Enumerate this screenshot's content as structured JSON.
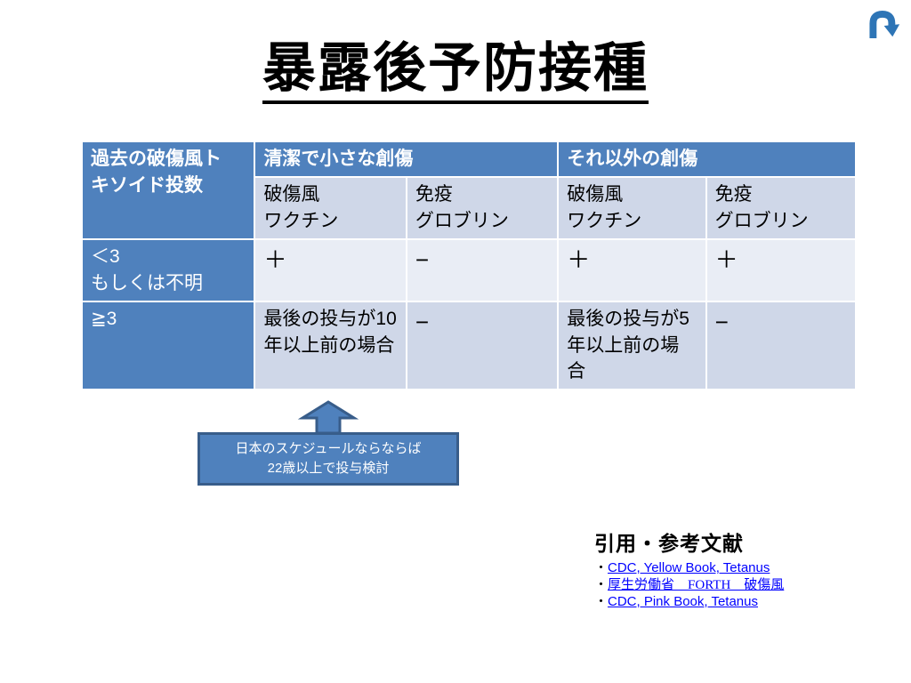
{
  "slide": {
    "title": "暴露後予防接種"
  },
  "table": {
    "corner_header": "過去の破傷風ト\nキソイド投数",
    "group_headers": [
      "清潔で小さな創傷",
      "それ以外の創傷"
    ],
    "sub_headers": [
      "破傷風\nワクチン",
      "免疫\nグロブリン",
      "破傷風\nワクチン",
      "免疫\nグロブリン"
    ],
    "rows": [
      {
        "label": "＜3\nもしくは不明",
        "cells": [
          "＋",
          "−",
          "＋",
          "＋"
        ]
      },
      {
        "label": "≧3",
        "cells": [
          "最後の投与が10年以上前の場合",
          "−",
          "最後の投与が5年以上前の場合",
          "−"
        ]
      }
    ]
  },
  "callout": {
    "line1": "日本のスケジュールならならば",
    "line2": "22歳以上で投与検討"
  },
  "references": {
    "heading": "引用・参考文献",
    "items": [
      {
        "bullet": "・",
        "label": "CDC, Yellow Book, Tetanus"
      },
      {
        "bullet": "・",
        "label": "厚生労働省　FORTH　破傷風"
      },
      {
        "bullet": "・",
        "label": "CDC, Pink Book, Tetanus"
      }
    ]
  },
  "colors": {
    "header_blue": "#4F81BD",
    "band_dark": "#CFD7E8",
    "band_light": "#E9EDF5",
    "callout_border": "#385D8A",
    "link_blue": "#0000FF",
    "logo_blue": "#2E75B6"
  }
}
